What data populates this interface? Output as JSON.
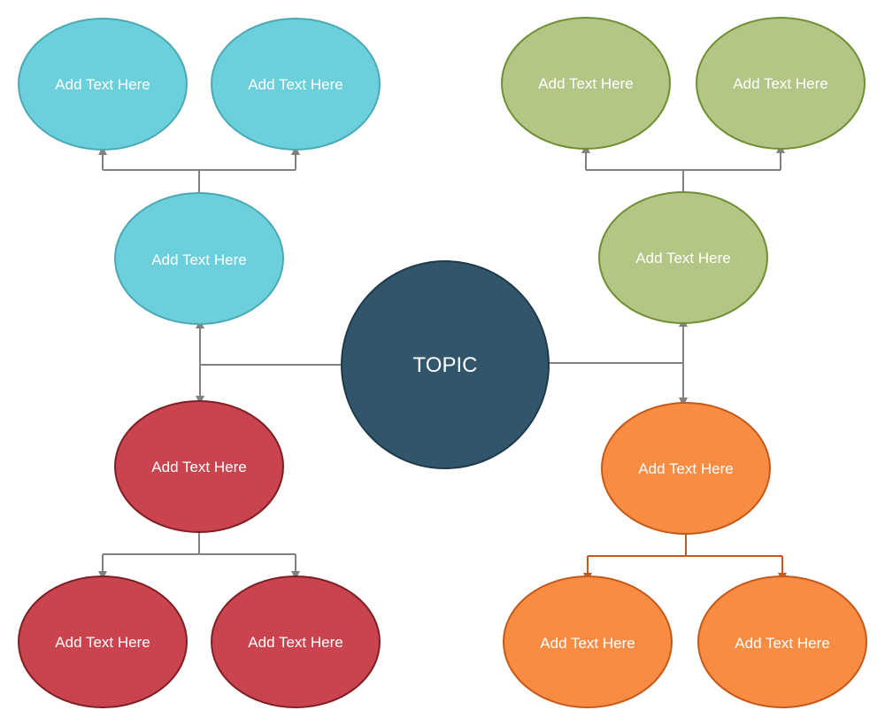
{
  "topic": {
    "label": "TOPIC",
    "fill": "#31556a",
    "stroke": "#1f3a4a"
  },
  "branches": {
    "blue": {
      "fill": "#6ccfdc",
      "stroke": "#4aa9b5",
      "connector": "#808080",
      "parent": "Add Text Here",
      "child1": "Add Text Here",
      "child2": "Add Text Here"
    },
    "green": {
      "fill": "#b3c686",
      "stroke": "#6f8f33",
      "connector": "#808080",
      "parent": "Add Text Here",
      "child1": "Add Text Here",
      "child2": "Add Text Here"
    },
    "red": {
      "fill": "#c9444e",
      "stroke": "#7e1f26",
      "connector": "#808080",
      "parent": "Add Text Here",
      "child1": "Add Text Here",
      "child2": "Add Text Here"
    },
    "orange": {
      "fill": "#f98c43",
      "stroke": "#c4591a",
      "connector": "#c4591a",
      "parent": "Add Text Here",
      "child1": "Add Text Here",
      "child2": "Add Text Here"
    }
  }
}
